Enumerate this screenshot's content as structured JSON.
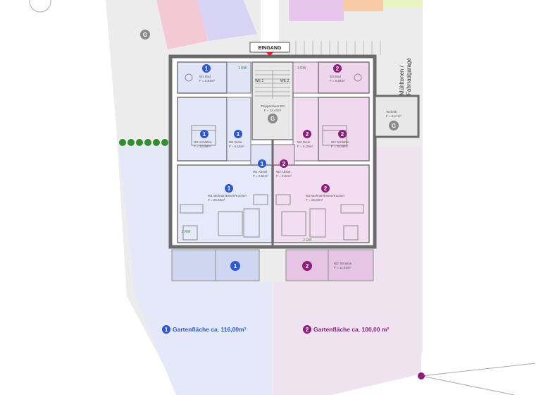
{
  "entrance": "EINGANG",
  "garage": [
    "Mühltonen /",
    "Fahrradgarage"
  ],
  "gardens": [
    {
      "badge": "1",
      "text": "Gartenfläche ca. 116,00m²",
      "color": "#2f58d4"
    },
    {
      "badge": "2",
      "text": "Gartenfläche ca. 100,00 m²",
      "color": "#8d1f7a"
    }
  ],
  "units": {
    "w1": {
      "color": "#2f58d4",
      "room_count": "1 RW",
      "bath": [
        "W1 Bad",
        "F = 5,84m²"
      ],
      "sleep": [
        "W1 Schlafen",
        "F = 10,99m²"
      ],
      "hall": [
        "W1 Diele",
        "F = 6,15m²"
      ],
      "storage": [
        "W1 Abstel.",
        "F = 0,92m²"
      ],
      "living": [
        "W1 Wohnen/Essen/Kochen",
        "F = 26,82m²"
      ],
      "terrace_count": "2 RW"
    },
    "w2": {
      "color": "#8d1f7a",
      "room_count": "1 RW",
      "bath": [
        "W2 Bad",
        "F = 5,84m²"
      ],
      "sleep": [
        "W2 Schlafen",
        "F = 10,99m²"
      ],
      "hall": [
        "W2 Diele",
        "F = 6,15m²"
      ],
      "storage": [
        "W2 Abstel.",
        "F = 0,92m²"
      ],
      "living": [
        "W2 Wohnen/Essen/Kochen",
        "F = 26,82m²"
      ],
      "terrace": [
        "W2 Terrasse",
        "F = 11,02m²"
      ],
      "terrace_count": "2 RW"
    }
  },
  "stair": [
    "Treppenhaus EG",
    "F = 12,44m²"
  ],
  "technik": [
    "Technik",
    "F = 6,17m²"
  ],
  "marker_g": "G",
  "door_tags": [
    "WE 1",
    "WE 2"
  ]
}
